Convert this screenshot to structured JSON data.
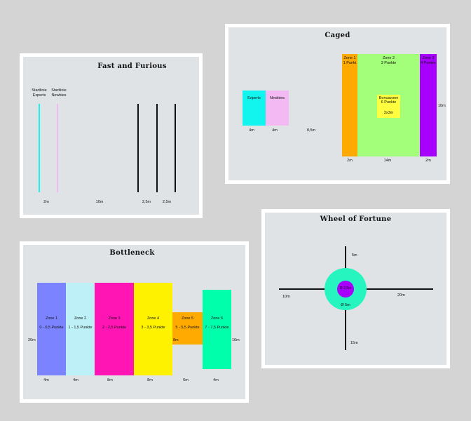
{
  "colors": {
    "cyan": "#11f5ee",
    "pink": "#f2b9f2",
    "orange": "#ffaa00",
    "green": "#a3ff7a",
    "purple": "#a800ff",
    "yellow": "#ffff40",
    "blue": "#7b83ff",
    "lightblue": "#bdf1f7",
    "magenta": "#ff14b4",
    "yellow2": "#fff200",
    "mint": "#00ffaa",
    "teal": "#26f5c0",
    "line": "#111111"
  },
  "fast": {
    "title": "Fast and Furious",
    "start_experts": [
      "Startlinie",
      "Experts"
    ],
    "start_newbies": [
      "Startlinie",
      "Newbies"
    ],
    "dims": [
      "2m",
      "10m",
      "2,5m",
      "2,5m"
    ]
  },
  "caged": {
    "title": "Caged",
    "experts": "Experts",
    "newbies": "Newbies",
    "zone1": [
      "Zone 1",
      "1 Punkt"
    ],
    "zone2": [
      "Zone 2",
      "3 Punkte"
    ],
    "zone3": [
      "Zone 3",
      "4 Punkte"
    ],
    "bonus": [
      "Bonuszone",
      "6 Punkte",
      "3x3m"
    ],
    "dims": [
      "4m",
      "4m",
      "8,5m",
      "2m",
      "14m",
      "2m"
    ],
    "height": "10m"
  },
  "bottleneck": {
    "title": "Bottleneck",
    "zones": [
      {
        "name": "Zone 1",
        "points": "0 - 0,5 Punkte",
        "width": "4m"
      },
      {
        "name": "Zone 2",
        "points": "1 - 1,5 Punkte",
        "width": "4m"
      },
      {
        "name": "Zone 3",
        "points": "2 - 2,5 Punkte",
        "width": "8m"
      },
      {
        "name": "Zone 4",
        "points": "3 - 3,5 Punkte",
        "width": "8m"
      },
      {
        "name": "Zone 5",
        "points": "5 - 5,5 Punkte",
        "width": "6m"
      },
      {
        "name": "Zone 6",
        "points": "7 - 7,5 Punkte",
        "width": "4m"
      }
    ],
    "height_left": "20m",
    "height_mid": "8m",
    "height_right": "16m"
  },
  "wheel": {
    "title": "Wheel of Fortune",
    "top": "5m",
    "left": "10m",
    "right": "20m",
    "bottom": "15m",
    "inner": "Ø 2,5m",
    "outer": "Ø 5m"
  }
}
